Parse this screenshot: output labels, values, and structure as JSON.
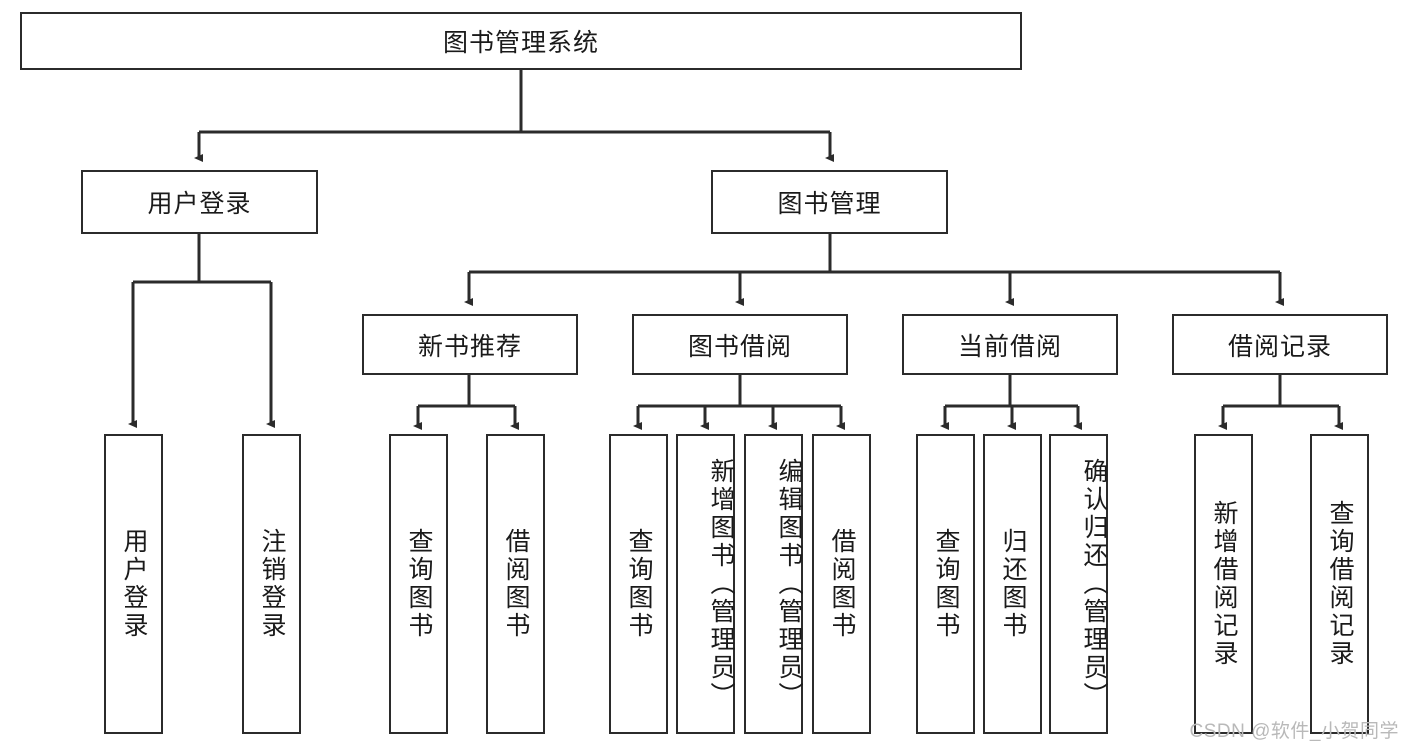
{
  "diagram": {
    "type": "hierarchy-tree",
    "title": "图书管理系统",
    "root": {
      "id": "root",
      "label": "图书管理系统"
    },
    "level2": [
      {
        "id": "user-login",
        "label": "用户登录"
      },
      {
        "id": "book-manage",
        "label": "图书管理"
      }
    ],
    "level3": [
      {
        "id": "new-book-recommend",
        "label": "新书推荐",
        "parent": "book-manage"
      },
      {
        "id": "book-borrow",
        "label": "图书借阅",
        "parent": "book-manage"
      },
      {
        "id": "current-borrow",
        "label": "当前借阅",
        "parent": "book-manage"
      },
      {
        "id": "borrow-record",
        "label": "借阅记录",
        "parent": "book-manage"
      }
    ],
    "leaves": [
      {
        "id": "leaf-user-login",
        "label": "用户登录",
        "parent": "user-login"
      },
      {
        "id": "leaf-logout-login",
        "label": "注销登录",
        "parent": "user-login"
      },
      {
        "id": "leaf-query-book-1",
        "label": "查询图书",
        "parent": "new-book-recommend"
      },
      {
        "id": "leaf-borrow-book-1",
        "label": "借阅图书",
        "parent": "new-book-recommend"
      },
      {
        "id": "leaf-query-book-2",
        "label": "查询图书",
        "parent": "book-borrow"
      },
      {
        "id": "leaf-add-book",
        "label": "新增图书（管理员）",
        "parent": "book-borrow"
      },
      {
        "id": "leaf-edit-book",
        "label": "编辑图书（管理员）",
        "parent": "book-borrow"
      },
      {
        "id": "leaf-borrow-book-2",
        "label": "借阅图书",
        "parent": "book-borrow"
      },
      {
        "id": "leaf-query-book-3",
        "label": "查询图书",
        "parent": "current-borrow"
      },
      {
        "id": "leaf-return-book",
        "label": "归还图书",
        "parent": "current-borrow"
      },
      {
        "id": "leaf-confirm-return",
        "label": "确认归还（管理员）",
        "parent": "current-borrow"
      },
      {
        "id": "leaf-add-record",
        "label": "新增借阅记录",
        "parent": "borrow-record"
      },
      {
        "id": "leaf-query-record",
        "label": "查询借阅记录",
        "parent": "borrow-record"
      }
    ],
    "watermark": "CSDN @软件_小贺同学",
    "colors": {
      "stroke": "#2b2b2b",
      "fill": "#ffffff",
      "text": "#1a1a1a",
      "watermark": "#b9b9b9"
    }
  }
}
